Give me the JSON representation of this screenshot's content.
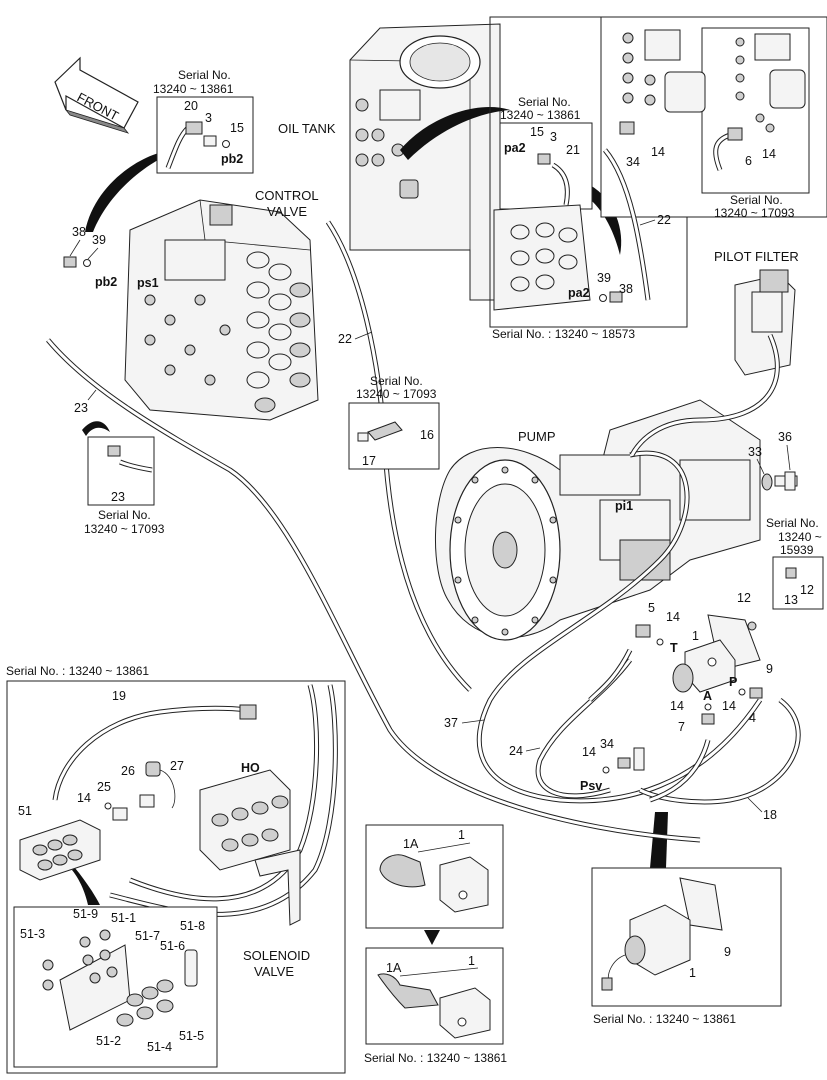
{
  "labels": {
    "front": "FRONT",
    "oil_tank": "OIL TANK",
    "control_valve_1": "CONTROL",
    "control_valve_2": "VALVE",
    "pilot_filter": "PILOT FILTER",
    "pump": "PUMP",
    "solenoid_valve_1": "SOLENOID",
    "solenoid_valve_2": "VALVE"
  },
  "port_labels": {
    "pb2_top": "pb2",
    "pb2_left": "pb2",
    "ps1": "ps1",
    "pa2_inset": "pa2",
    "pa2_right": "pa2",
    "pi1": "pi1",
    "T": "T",
    "P": "P",
    "A": "A",
    "Psv": "Psv",
    "HO": "HO"
  },
  "serial_boxes": {
    "top_left": {
      "line1": "Serial No.",
      "line2": "13240 ~ 13861"
    },
    "top_mid": {
      "line1": "Serial No.",
      "line2": "13240 ~ 13861"
    },
    "top_right": {
      "line1": "Serial No.",
      "line2": "13240 ~ 17093"
    },
    "top_range": "Serial No. : 13240 ~ 18573",
    "mid_16": {
      "line1": "Serial No.",
      "line2": "13240 ~ 17093"
    },
    "left_23": {
      "line1": "Serial No.",
      "line2": "13240 ~ 17093"
    },
    "right_13": {
      "line1": "Serial No.",
      "line2": "13240 ~",
      "line3": "15939"
    },
    "solenoid_box": "Serial No. : 13240 ~ 13861",
    "bottom_right": "Serial No. : 13240 ~ 13861",
    "bottom_center": "Serial No. : 13240 ~ 13861"
  },
  "callouts": {
    "n20": "20",
    "n3a": "3",
    "n15a": "15",
    "n15b": "15",
    "n3b": "3",
    "n21": "21",
    "n34a": "34",
    "n14a": "14",
    "n6": "6",
    "n14b": "14",
    "n22a": "22",
    "n22b": "22",
    "n38a": "38",
    "n39a": "39",
    "n39b": "39",
    "n38b": "38",
    "n23a": "23",
    "n23b": "23",
    "n16": "16",
    "n17": "17",
    "n33": "33",
    "n36": "36",
    "n12a": "12",
    "n13": "13",
    "n12b": "12",
    "n5": "5",
    "n14c": "14",
    "n1a": "1",
    "n9a": "9",
    "n14d": "14",
    "n4": "4",
    "n14e": "14",
    "n7": "7",
    "n37": "37",
    "n24": "24",
    "n14f": "14",
    "n34b": "34",
    "n18": "18",
    "n19": "19",
    "n26": "26",
    "n27": "27",
    "n25": "25",
    "n14g": "14",
    "n51": "51",
    "n51_9": "51-9",
    "n51_1": "51-1",
    "n51_8": "51-8",
    "n51_3": "51-3",
    "n51_7": "51-7",
    "n51_6": "51-6",
    "n51_2": "51-2",
    "n51_4": "51-4",
    "n51_5": "51-5",
    "n1A_a": "1A",
    "n1_b": "1",
    "n1A_b": "1A",
    "n1_c": "1",
    "n9b": "9",
    "n1d": "1"
  }
}
